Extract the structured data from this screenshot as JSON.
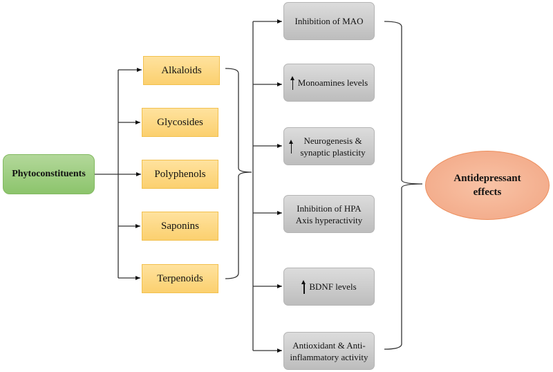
{
  "diagram": {
    "source": {
      "label": "Phytoconstituents",
      "color": "#a3d083"
    },
    "classes": [
      {
        "label": "Alkaloids"
      },
      {
        "label": "Glycosides"
      },
      {
        "label": "Polyphenols"
      },
      {
        "label": "Saponins"
      },
      {
        "label": "Terpenoids"
      }
    ],
    "mechanisms": [
      {
        "label": "Inhibition of MAO",
        "icon": "none"
      },
      {
        "label": "Monoamines levels",
        "icon": "up-arrow-icon"
      },
      {
        "label": "Neurogenesis & synaptic plasticity",
        "icon": "up-arrow-icon"
      },
      {
        "label": "Inhibition of HPA Axis hyperactivity",
        "icon": "none"
      },
      {
        "label": "BDNF levels",
        "icon": "up-arrow-icon"
      },
      {
        "label": "Antioxidant & Anti-inflammatory activity",
        "icon": "none"
      }
    ],
    "outcome": {
      "label": "Antidepressant effects",
      "color": "#f4b08f"
    },
    "colors": {
      "class_fill": "#fdd985",
      "mechanism_fill": "#cfcfcf",
      "line": "#333333"
    }
  }
}
